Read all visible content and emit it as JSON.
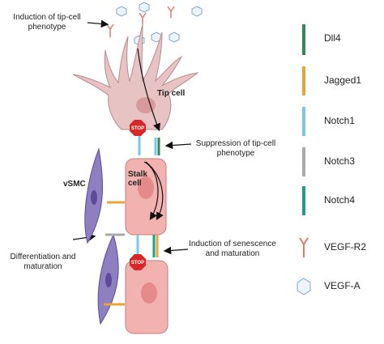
{
  "annotations": {
    "tip_induction": "Induction of tip-cell phenotype",
    "suppression": "Suppression of tip-cell phenotype",
    "differentiation": "Differentiation and maturation",
    "senescence": "Induction of senescence and maturation"
  },
  "cells": {
    "tip": "Tip cell",
    "stalk": "Stalk cell",
    "vsmc": "vSMC"
  },
  "stop_sign": "STOP",
  "legend": [
    {
      "label": "Dll4",
      "icon": "dll4-receptor-icon"
    },
    {
      "label": "Jagged1",
      "icon": "jagged1-ligand-icon"
    },
    {
      "label": "Notch1",
      "icon": "notch1-receptor-icon"
    },
    {
      "label": "Notch3",
      "icon": "notch3-receptor-icon"
    },
    {
      "label": "Notch4",
      "icon": "notch4-receptor-icon"
    },
    {
      "label": "VEGF-R2",
      "icon": "vegfr2-receptor-icon"
    },
    {
      "label": "VEGF-A",
      "icon": "vegfa-ligand-icon"
    }
  ],
  "colors": {
    "endothelial_fill": "#f2b3b0",
    "endothelial_stroke": "#c97b78",
    "nucleus": "#e58a8a",
    "tip_fill": "#e7c3c4",
    "vsmc_fill": "#8d7fc0",
    "vsmc_nucleus": "#5d4a9a",
    "dll4": "#2e8b57",
    "jagged1": "#e8a33a",
    "notch1": "#7cc7e8",
    "notch3": "#a9a9a9",
    "notch4": "#1f9c8a",
    "vegfr2": "#e07b6b",
    "vegfa": "#7aa7d6",
    "stop": "#d62828"
  }
}
